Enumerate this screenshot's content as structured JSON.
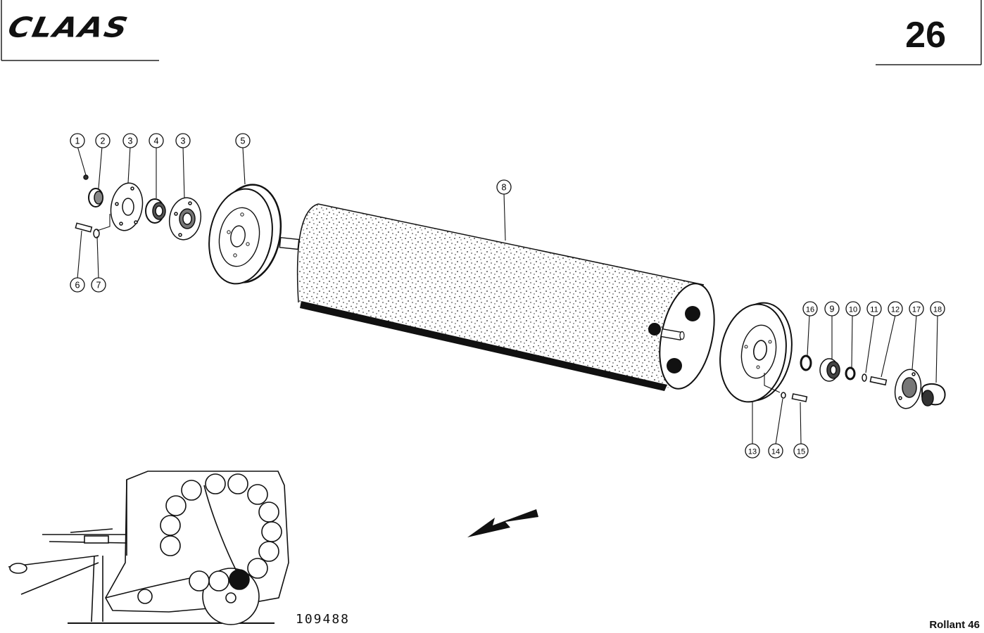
{
  "header": {
    "brand": "CLAAS",
    "page_number": "26"
  },
  "footer": {
    "drawing_number": "109488",
    "model": "Rollant 46"
  },
  "callouts": [
    "1",
    "2",
    "3",
    "4",
    "3",
    "5",
    "6",
    "7",
    "8",
    "16",
    "9",
    "10",
    "11",
    "12",
    "17",
    "18",
    "13",
    "14",
    "15"
  ],
  "icons": {
    "direction": "direction-arrow-icon",
    "machine": "baler-overview-icon"
  }
}
